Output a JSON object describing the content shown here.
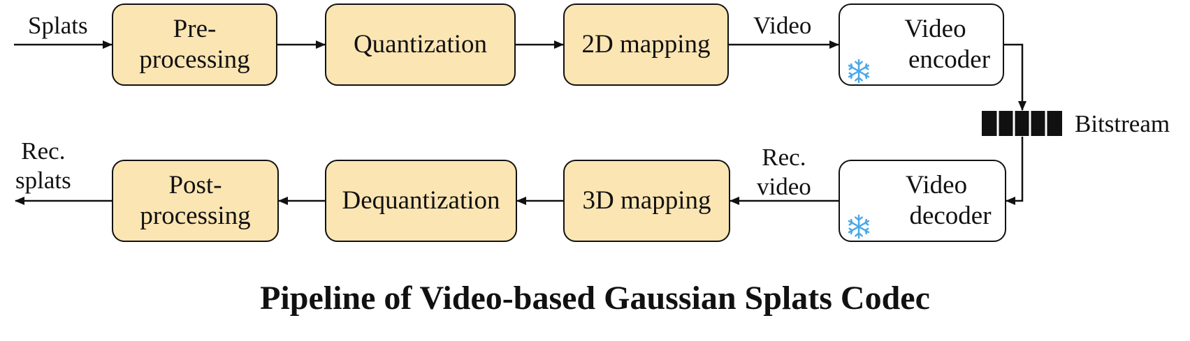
{
  "diagram": {
    "title": "Pipeline of Video-based Gaussian Splats Codec",
    "encoder_path": {
      "input_label": "Splats",
      "preprocessing": [
        "Pre-",
        "processing"
      ],
      "quantization": "Quantization",
      "mapping_2d": "2D mapping",
      "video_label": "Video",
      "video_encoder": [
        "Video",
        "encoder"
      ]
    },
    "bitstream_label": "Bitstream",
    "decoder_path": {
      "video_decoder": [
        "Video",
        "decoder"
      ],
      "rec_video_label": [
        "Rec.",
        "video"
      ],
      "mapping_3d": "3D mapping",
      "dequantization": "Dequantization",
      "postprocessing": [
        "Post-",
        "processing"
      ],
      "output_label": [
        "Rec.",
        "splats"
      ]
    },
    "icons": {
      "frozen": "snowflake-icon",
      "frozen_color": "#4aa8e8",
      "box_fill": "#fbe5b3"
    }
  }
}
